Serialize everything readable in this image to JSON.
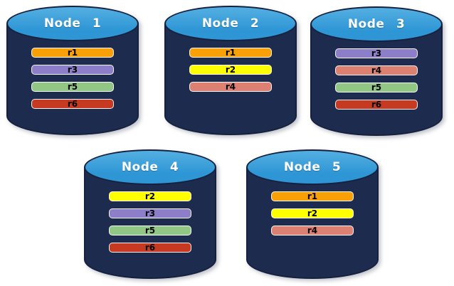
{
  "page_background": "#FFFFFF",
  "colors": {
    "cylinder_body": "#1D2B4E",
    "cylinder_outline": "#15213E",
    "cylinder_top": "#2E96D5",
    "cylinder_top_light": "#54AFE1",
    "title_text": "#FFFFFF",
    "replica_label_text": "#000000"
  },
  "replica_colors": {
    "r1": "#F8A008",
    "r2": "#FFFF00",
    "r3": "#8C7EC8",
    "r4": "#DC8172",
    "r5": "#92C685",
    "r6": "#C63A22"
  },
  "nodes": [
    {
      "title": "Node 1",
      "replicas": [
        "r1",
        "r3",
        "r5",
        "r6"
      ]
    },
    {
      "title": "Node 2",
      "replicas": [
        "r1",
        "r2",
        "r4"
      ]
    },
    {
      "title": "Node 3",
      "replicas": [
        "r3",
        "r4",
        "r5",
        "r6"
      ]
    },
    {
      "title": "Node 4",
      "replicas": [
        "r2",
        "r3",
        "r5",
        "r6"
      ]
    },
    {
      "title": "Node 5",
      "replicas": [
        "r1",
        "r2",
        "r4"
      ]
    }
  ]
}
